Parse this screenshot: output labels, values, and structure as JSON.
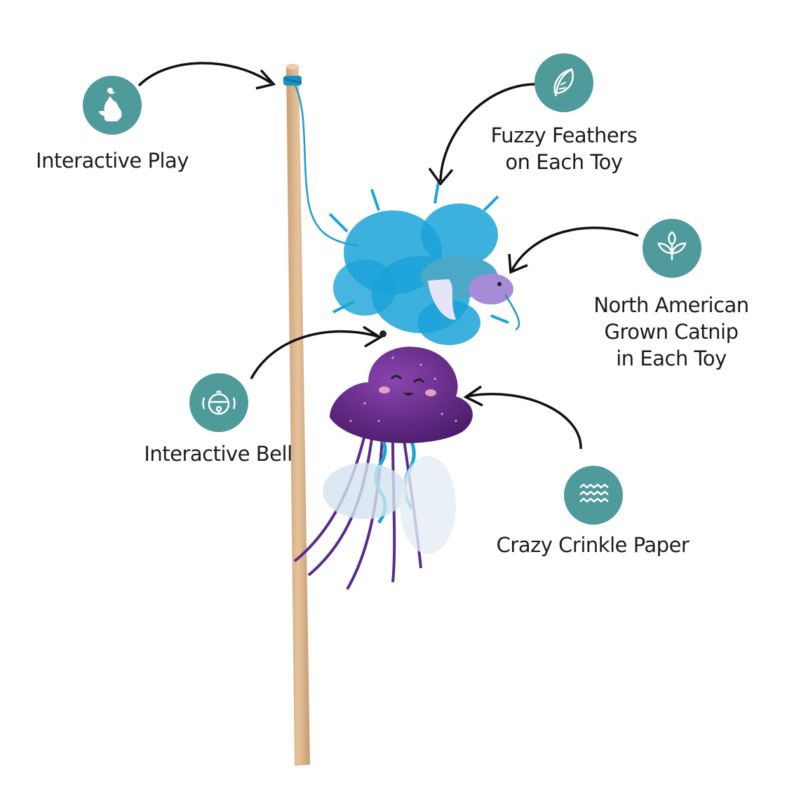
{
  "colors": {
    "badge": "#4f9a9a",
    "stick": "#d9b48c",
    "feather_blue": "#1ea5d6",
    "jellyfish_purple": "#6a2c8e",
    "arrow": "#111111"
  },
  "features": [
    {
      "id": "interactive-play",
      "icon": "cat-playing-icon",
      "lines": [
        "Interactive Play"
      ]
    },
    {
      "id": "fuzzy-feathers",
      "icon": "feather-icon",
      "lines": [
        "Fuzzy Feathers",
        "on Each Toy"
      ]
    },
    {
      "id": "catnip",
      "icon": "sprout-icon",
      "lines": [
        "North American",
        "Grown Catnip",
        "in Each Toy"
      ]
    },
    {
      "id": "interactive-bell",
      "icon": "bell-icon",
      "lines": [
        "Interactive Bell"
      ]
    },
    {
      "id": "crinkle-paper",
      "icon": "waves-icon",
      "lines": [
        "Crazy Crinkle Paper"
      ]
    }
  ]
}
